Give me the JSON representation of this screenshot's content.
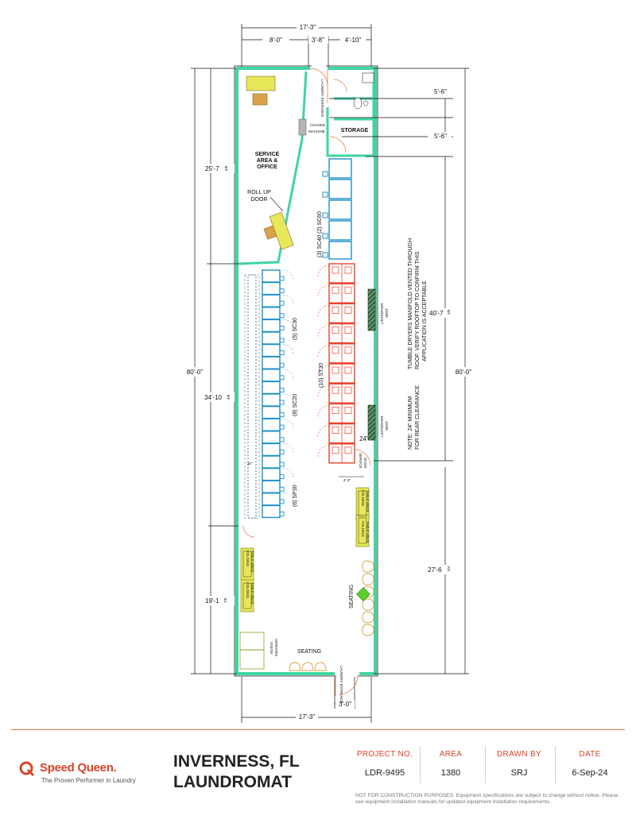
{
  "plan": {
    "dims": {
      "overall_width_top": "17'-3\"",
      "seg_left": "8'-0\"",
      "seg_mid": "3'-8\"",
      "seg_right": "4'-10\"",
      "right_a": "5'-6\"",
      "right_b": "5'-6\"",
      "right_c_main": "40'-7",
      "right_c_frac": "3/8",
      "right_d_main": "27'-6",
      "right_d_frac": "3/4",
      "right_total": "80'-0\"",
      "left_a_main": "25'-7",
      "left_a_frac": "5/8",
      "left_b_main": "34'-10",
      "left_b_frac": "3/8",
      "left_c_main": "19'-1",
      "left_c_frac": "7/8",
      "left_total": "80'-0\"",
      "overall_width_bottom": "17'-3\"",
      "bottom_entrance": "3'-0\"",
      "clear_30": "30\"",
      "clear_24": "24\"",
      "clear_4": "4'-0\""
    },
    "labels": {
      "laundry_entrance_top": "LAUNDRY ENTRANCE",
      "laundry_entrance_bottom": "LAUNDRY ENTRANCE",
      "change_machine_1": "CHANGE",
      "change_machine_2": "MACHINE",
      "storage": "STORAGE",
      "service_1": "SERVICE",
      "service_2": "AREA &",
      "service_3": "OFFICE",
      "rollup_1": "ROLL  UP",
      "rollup_2": "DOOR",
      "washer_group_a": "(3)  SC40   (2)  SC60",
      "washer_group_b": "(5)  SC30",
      "washer_group_c": "(8)  SC20",
      "washer_group_d": "(6)  SP30",
      "dryer_group": "(10)  ST30",
      "dryer_note_1": "TUMBLE  DRYERS  MANIFOLD  VENTED  THROUGH",
      "dryer_note_2": "ROOF.  VERIFY  ROOFTOP  TO  CONFIRM  THIS",
      "dryer_note_3": "APPLICATION  IS  ACCEPTABLE",
      "clearance_note_1": "NOTE:  24\"  MINIMUM",
      "clearance_note_2": "FOR  REAR  CLEARANCE",
      "lint_1": "LINT/DRYER",
      "lint_2": "VENT",
      "service_door_1": "SERVICE",
      "service_door_2": "DOOR",
      "folding_1": "FOLDING",
      "folding_2": "TABLE 48x24",
      "seating_right": "SEATING",
      "seating_bottom": "SEATING",
      "vending_1": "VISION",
      "vending_2": "VENDORS"
    }
  },
  "footer": {
    "brand": "Speed Queen.",
    "tagline": "The Proven Performer in Laundry",
    "title_line1": "INVERNESS, FL",
    "title_line2": "LAUNDROMAT",
    "columns": [
      {
        "header": "PROJECT NO.",
        "value": "LDR-9495"
      },
      {
        "header": "AREA",
        "value": "1380"
      },
      {
        "header": "DRAWN BY",
        "value": "SRJ"
      },
      {
        "header": "DATE",
        "value": "6-Sep-24"
      }
    ],
    "disclaimer": "NOT FOR CONSTRUCTION PURPOSES. Equipment specifications are subject to change without notice. Please see equipment installation manuals for updated equipment installation requirements."
  },
  "colors": {
    "wall": "#3ed6a0",
    "washer": "#1f8fc7",
    "dryer": "#e8412c",
    "folding": "#e6e85a",
    "furniture": "#d8a24a",
    "brand": "#d9432a"
  }
}
